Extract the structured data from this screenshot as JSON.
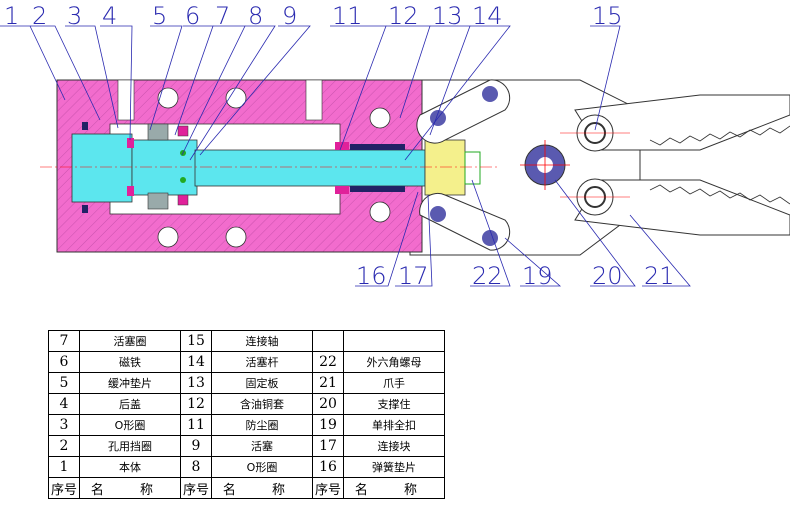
{
  "callouts": {
    "top": [
      "1",
      "2",
      "3",
      "4",
      "5",
      "6",
      "7",
      "8",
      "9",
      "11",
      "12",
      "13",
      "14",
      "15"
    ],
    "bottom": [
      "16",
      "17",
      "22",
      "19",
      "20",
      "21"
    ]
  },
  "table": {
    "header": {
      "no": "序号",
      "name": "名 称"
    },
    "rows": [
      {
        "c1": {
          "no": "7",
          "name": "活塞圈"
        },
        "c2": {
          "no": "15",
          "name": "连接轴"
        },
        "c3": {
          "no": "",
          "name": ""
        }
      },
      {
        "c1": {
          "no": "6",
          "name": "磁铁"
        },
        "c2": {
          "no": "14",
          "name": "活塞杆"
        },
        "c3": {
          "no": "22",
          "name": "外六角螺母"
        }
      },
      {
        "c1": {
          "no": "5",
          "name": "缓冲垫片"
        },
        "c2": {
          "no": "13",
          "name": "固定板"
        },
        "c3": {
          "no": "21",
          "name": "爪手"
        }
      },
      {
        "c1": {
          "no": "4",
          "name": "后盖"
        },
        "c2": {
          "no": "12",
          "name": "含油铜套"
        },
        "c3": {
          "no": "20",
          "name": "支撑住"
        }
      },
      {
        "c1": {
          "no": "3",
          "name": "O形圈"
        },
        "c2": {
          "no": "11",
          "name": "防尘圈"
        },
        "c3": {
          "no": "19",
          "name": "单排全扣"
        }
      },
      {
        "c1": {
          "no": "2",
          "name": "孔用挡圈"
        },
        "c2": {
          "no": "9",
          "name": "活塞"
        },
        "c3": {
          "no": "17",
          "name": "连接块"
        }
      },
      {
        "c1": {
          "no": "1",
          "name": "本体"
        },
        "c2": {
          "no": "8",
          "name": "O形圈"
        },
        "c3": {
          "no": "16",
          "name": "弹簧垫片"
        }
      }
    ]
  },
  "colors": {
    "body": "#f26ccd",
    "rod": "#5ce6ee",
    "block": "#f4f08c",
    "line": "#2a2ab0",
    "grey": "#d8d8d8",
    "ring_magenta": "#e0219a",
    "ring_green": "#22aa22",
    "ring_dark": "#222266"
  }
}
